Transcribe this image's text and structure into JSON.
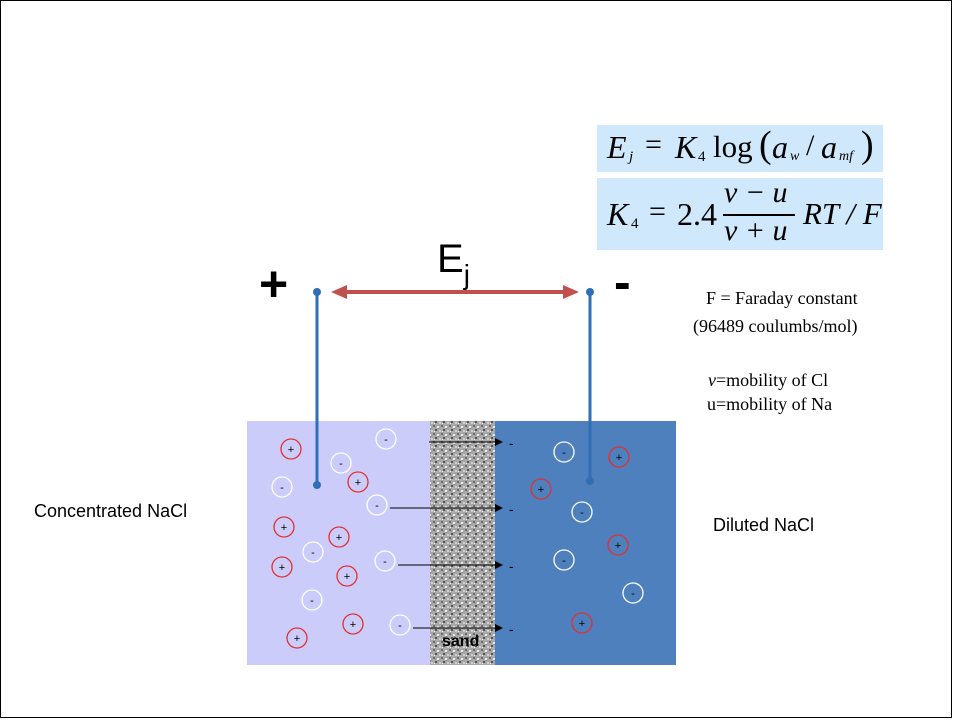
{
  "formulas": {
    "ej": {
      "lhs": "E",
      "lhs_sub": "j",
      "rhs_coef": "K",
      "rhs_coef_sub": "4",
      "func": "log",
      "num": "a",
      "num_sub": "w",
      "den": "a",
      "den_sub": "mf"
    },
    "k4": {
      "lhs": "K",
      "lhs_sub": "4",
      "coef": "2.4",
      "frac_num": "v − u",
      "frac_den": "v + u",
      "tail": "RT / F"
    }
  },
  "labels": {
    "potential_main": "E",
    "potential_sub": "j",
    "plus_sign": "+",
    "minus_sign": "-",
    "faraday_line1": "F = Faraday constant",
    "faraday_line2": "(96489 coulumbs/mol)",
    "mobility_v_sym": "v",
    "mobility_v_rest": "=mobility of Cl",
    "mobility_u": "u=mobility of Na",
    "left_solution": "Concentrated NaCl",
    "right_solution": "Diluted NaCl",
    "membrane": "sand"
  },
  "ion_symbols": {
    "cation": "+",
    "anion": "-",
    "flux": "-"
  },
  "colors": {
    "left_fill": "#ccccfa",
    "right_fill": "#4e80bd",
    "formula_bg": "#cfe8fb",
    "arrow_red": "#c0504d",
    "wire_blue": "#2e6fb8",
    "cation_ring": "#e03030",
    "anion_ring": "#ffffff"
  }
}
